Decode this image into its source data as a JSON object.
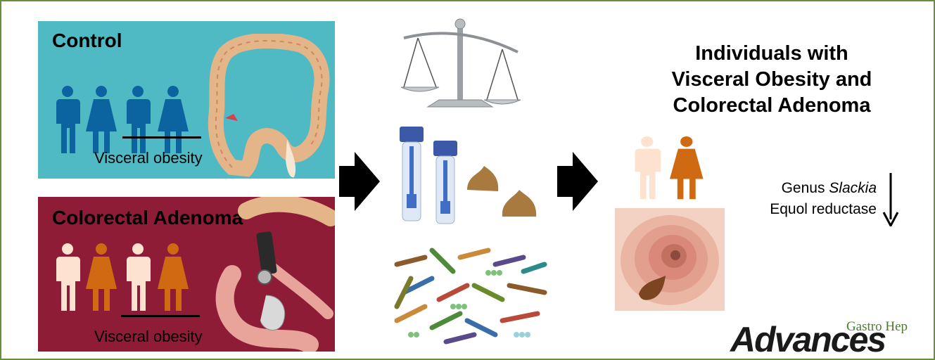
{
  "control_panel": {
    "title": "Control",
    "caption": "Visceral obesity",
    "background": "#4fbac4",
    "people_color": "#0b63a0",
    "people": [
      "man-icon",
      "woman-icon",
      "man-icon",
      "woman-icon"
    ]
  },
  "adenoma_panel": {
    "title": "Colorectal Adenoma",
    "caption": "Visceral obesity",
    "background": "#8e1c36",
    "people": [
      "man-icon",
      "woman-icon",
      "man-icon",
      "woman-icon"
    ],
    "man_color": "#fde3cf",
    "woman_color": "#cf6a12"
  },
  "results": {
    "title_lines": [
      "Individuals with",
      "Visceral Obesity and",
      "Colorectal Adenoma"
    ],
    "finding_genus_prefix": "Genus ",
    "finding_genus_name": "Slackia",
    "finding_enzyme": "Equol reductase",
    "direction_icon": "down-arrow-icon"
  },
  "logo": {
    "small": "Gastro Hep",
    "big": "Advances",
    "accent": "#4a7d2e"
  },
  "border_color": "#6b8e3a"
}
